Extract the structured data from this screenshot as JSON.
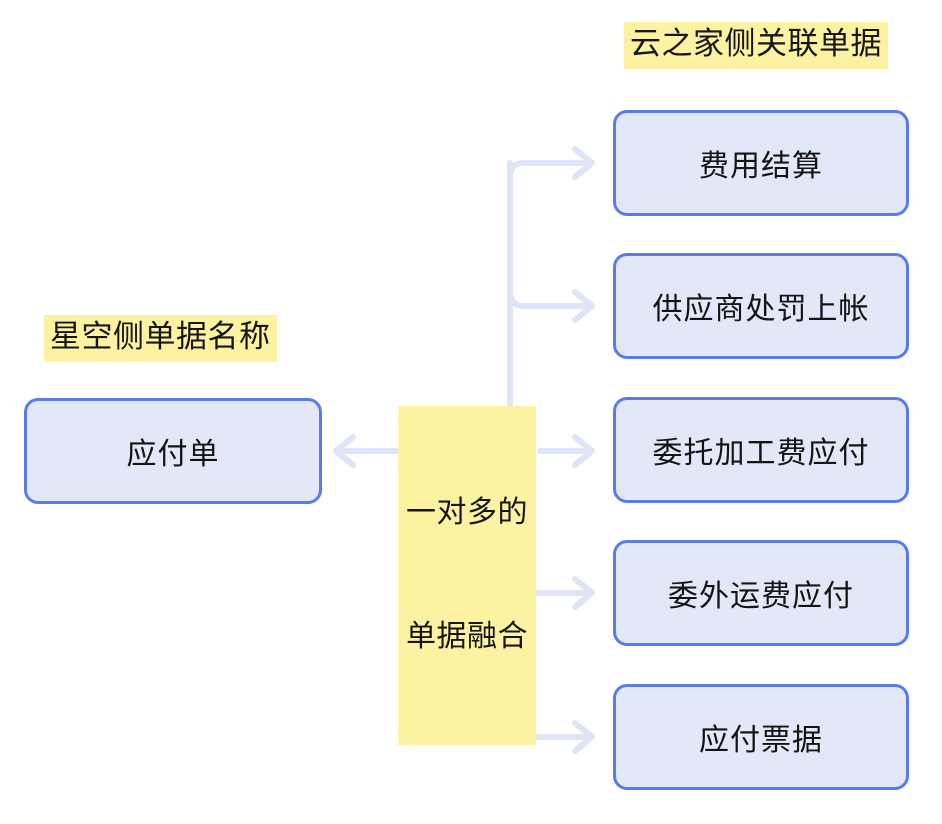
{
  "diagram": {
    "type": "one-to-many mapping flow",
    "background_color": "#ffffff",
    "highlight_color": "#fcf2a2",
    "node_fill_color": "#e3e8f9",
    "node_border_color": "#5b7ce8",
    "connector_color": "#dfe4f7"
  },
  "labels": {
    "right_group_title": "云之家侧关联单据",
    "left_group_title": "星空侧单据名称",
    "relation_line1": "一对多的",
    "relation_line2": "单据融合"
  },
  "source_node": {
    "label": "应付单"
  },
  "target_nodes": [
    {
      "label": "费用结算"
    },
    {
      "label": "供应商处罚上帐"
    },
    {
      "label": "委托加工费应付"
    },
    {
      "label": "委外运费应付"
    },
    {
      "label": "应付票据"
    }
  ]
}
